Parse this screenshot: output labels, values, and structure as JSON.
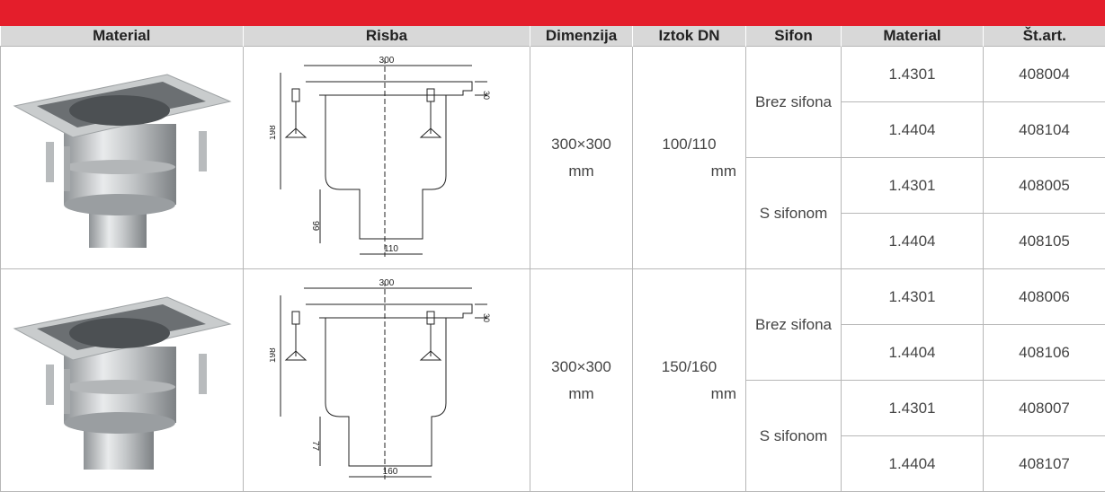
{
  "header_bar": {
    "text": ""
  },
  "table": {
    "headers": [
      "Material",
      "Risba",
      "Dimenzija",
      "Iztok DN",
      "Sifon",
      "Material",
      "Št.art."
    ],
    "groups": [
      {
        "dimension_line1": "300×300",
        "dimension_line2": "mm",
        "outlet_line1": "100/110",
        "outlet_line2": "mm",
        "drawing": {
          "width_label": "300",
          "flange_label": "30",
          "height_label": "198",
          "outlet_height_label": "99",
          "outlet_dia_label": "110"
        },
        "siphons": [
          {
            "label": "Brez sifona",
            "rows": [
              {
                "material": "1.4301",
                "article": "408004"
              },
              {
                "material": "1.4404",
                "article": "408104"
              }
            ]
          },
          {
            "label": "S sifonom",
            "rows": [
              {
                "material": "1.4301",
                "article": "408005"
              },
              {
                "material": "1.4404",
                "article": "408105"
              }
            ]
          }
        ]
      },
      {
        "dimension_line1": "300×300",
        "dimension_line2": "mm",
        "outlet_line1": "150/160",
        "outlet_line2": "mm",
        "drawing": {
          "width_label": "300",
          "flange_label": "30",
          "height_label": "198",
          "outlet_height_label": "77",
          "outlet_dia_label": "160"
        },
        "siphons": [
          {
            "label": "Brez sifona",
            "rows": [
              {
                "material": "1.4301",
                "article": "408006"
              },
              {
                "material": "1.4404",
                "article": "408106"
              }
            ]
          },
          {
            "label": "S sifonom",
            "rows": [
              {
                "material": "1.4301",
                "article": "408007"
              },
              {
                "material": "1.4404",
                "article": "408107"
              }
            ]
          }
        ]
      }
    ]
  }
}
